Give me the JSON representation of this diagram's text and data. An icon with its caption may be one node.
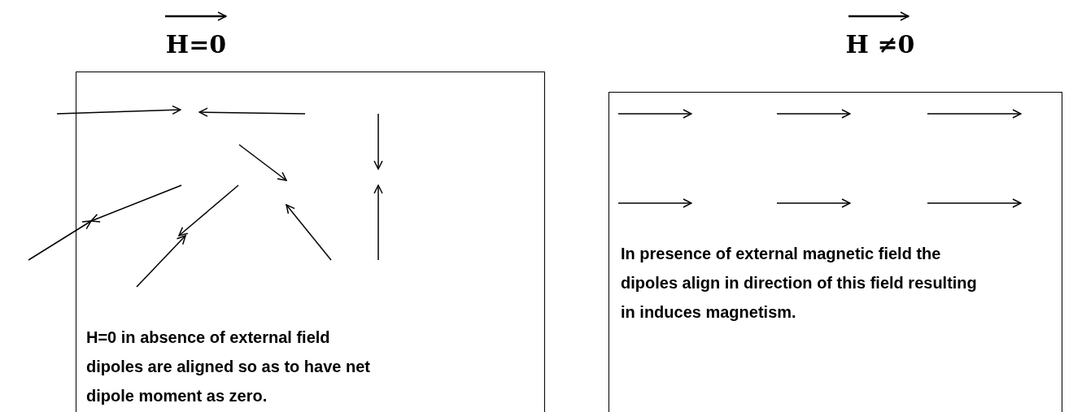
{
  "diagram": {
    "nodes": [
      {
        "text": [
          "H=0 in absence of external field dipoles are aligned so as to have net dipole moment as zero."
        ],
        "beside": [
          "H=0"
        ]
      },
      {
        "text": [
          "In presence of external magnetic field the dipoles align in direction of this field resulting in induces magnetism."
        ],
        "beside": [
          "H ≠0"
        ]
      }
    ]
  }
}
